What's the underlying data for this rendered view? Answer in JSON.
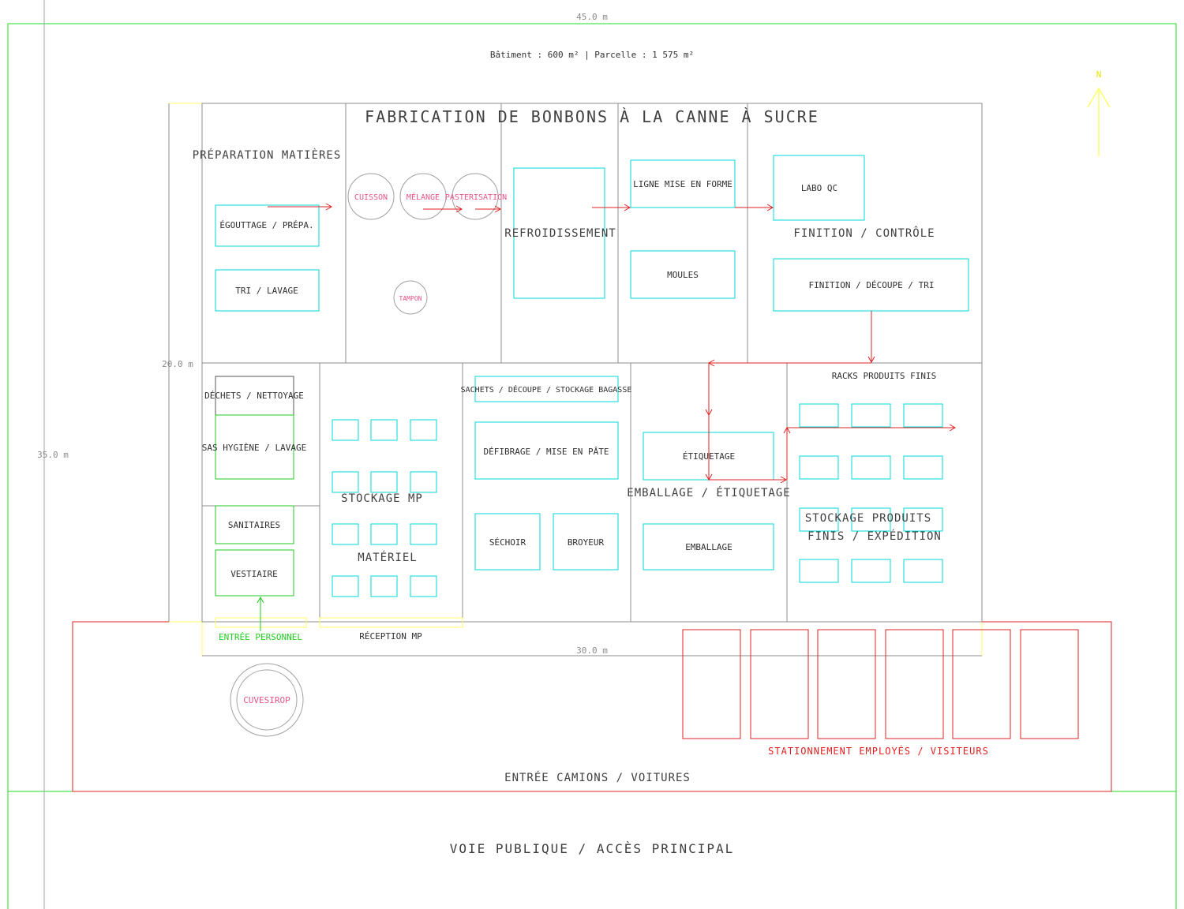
{
  "title": "FABRICATION DE BONBONS À LA CANNE À SUCRE",
  "subtitle": "Bâtiment : 600 m² | Parcelle : 1 575 m²",
  "north_label": "N",
  "dimensions": {
    "top": "45.0 m",
    "left": "35.0 m",
    "mid": "20.0 m",
    "bottom": "30.0 m"
  },
  "zones": {
    "prep": "PRÉPARATION MATIÈRES",
    "finition": "FINITION / CONTRÔLE",
    "refroid": "REFROIDISSEMENT",
    "stockage_mp": "STOCKAGE MP",
    "materiel": "MATÉRIEL",
    "emballage_zone": "EMBALLAGE / ÉTIQUETAGE",
    "stock_pf_1": "STOCKAGE PRODUITS",
    "stock_pf_2": "FINIS / EXPÉDITION",
    "racks": "RACKS PRODUITS FINIS",
    "reception": "RÉCEPTION MP",
    "entree_personnel": "ENTRÉE PERSONNEL",
    "stationnement": "STATIONNEMENT EMPLOYÉS / VISITEURS",
    "entree_camions": "ENTRÉE CAMIONS / VOITURES",
    "voie": "VOIE PUBLIQUE / ACCÈS PRINCIPAL"
  },
  "boxes": {
    "egouttage": "ÉGOUTTAGE / PRÉPA.",
    "tri": "TRI / LAVAGE",
    "ligne": "LIGNE MISE EN FORME",
    "moules": "MOULES",
    "labo": "LABO QC",
    "finition_box": "FINITION / DÉCOUPE / TRI",
    "dechets": "DÉCHETS / NETTOYAGE",
    "sas": "SAS HYGIÈNE / LAVAGE",
    "sanitaires": "SANITAIRES",
    "vestiaire": "VESTIAIRE",
    "sachets": "SACHETS / DÉCOUPE / STOCKAGE BAGASSE",
    "defibrage": "DÉFIBRAGE / MISE EN PÂTE",
    "sechoir": "SÉCHOIR",
    "broyeur": "BROYEUR",
    "etiquetage": "ÉTIQUETAGE",
    "emballage": "EMBALLAGE"
  },
  "equipment": {
    "cuisson": "CUISSON",
    "melange": "MÉLANGE",
    "pasteurisation": "PASTERISATION",
    "tampon": "TAMPON",
    "cuve": "CUVESIROP"
  },
  "colors": {
    "wall": "#8c8c8c",
    "equipment_box": "#00d8d8",
    "flow": "#e02020",
    "parking": "#e02020",
    "staff": "#22cc22",
    "tank": "#e8568a",
    "parcel": "#22dd22",
    "axis": "#ffff66"
  }
}
